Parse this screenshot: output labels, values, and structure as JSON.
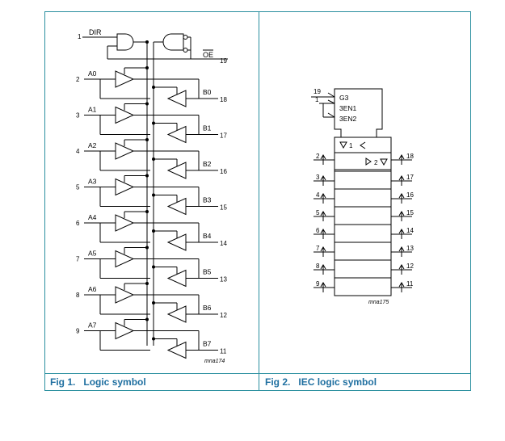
{
  "figure1": {
    "caption_number": "Fig 1.",
    "caption_title": "Logic symbol",
    "dir_label": "DIR",
    "dir_pin": "1",
    "oe_label": "OE",
    "oe_pin": "19",
    "code": "mna174",
    "channels": [
      {
        "a_pin": "2",
        "a_label": "A0",
        "b_label": "B0",
        "b_pin": "18"
      },
      {
        "a_pin": "3",
        "a_label": "A1",
        "b_label": "B1",
        "b_pin": "17"
      },
      {
        "a_pin": "4",
        "a_label": "A2",
        "b_label": "B2",
        "b_pin": "16"
      },
      {
        "a_pin": "5",
        "a_label": "A3",
        "b_label": "B3",
        "b_pin": "15"
      },
      {
        "a_pin": "6",
        "a_label": "A4",
        "b_label": "B4",
        "b_pin": "14"
      },
      {
        "a_pin": "7",
        "a_label": "A5",
        "b_label": "B5",
        "b_pin": "13"
      },
      {
        "a_pin": "8",
        "a_label": "A6",
        "b_label": "B6",
        "b_pin": "12"
      },
      {
        "a_pin": "9",
        "a_label": "A7",
        "b_label": "B7",
        "b_pin": "11"
      }
    ]
  },
  "figure2": {
    "caption_number": "Fig 2.",
    "caption_title": "IEC logic symbol",
    "control_pins": [
      "19",
      "1"
    ],
    "control_labels": [
      "G3",
      "3EN1",
      "3EN2"
    ],
    "dir1_label": "1",
    "dir2_label": "2",
    "code": "mna175",
    "left_pins": [
      "2",
      "3",
      "4",
      "5",
      "6",
      "7",
      "8",
      "9"
    ],
    "right_pins": [
      "18",
      "17",
      "16",
      "15",
      "14",
      "13",
      "12",
      "11"
    ]
  }
}
